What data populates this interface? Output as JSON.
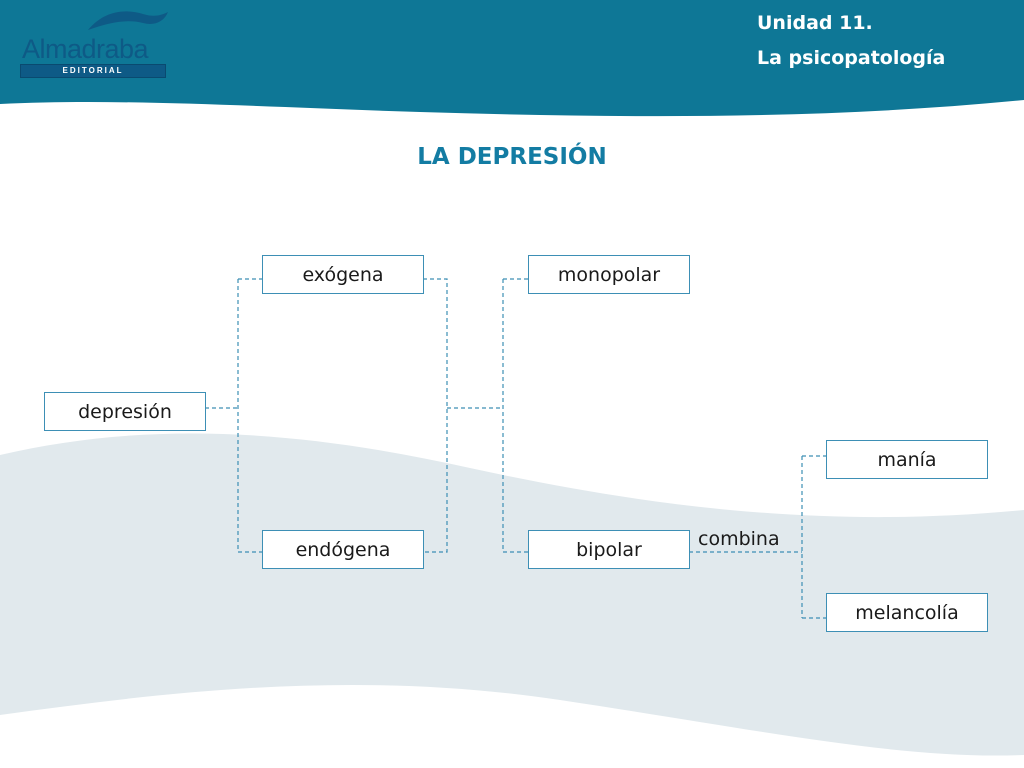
{
  "header": {
    "unit": "Unidad 11.",
    "subtitle": "La psicopatología"
  },
  "logo": {
    "name": "Almadraba",
    "tagline": "EDITORIAL"
  },
  "diagram": {
    "title": "LA DEPRESIÓN",
    "nodes": {
      "depresion": "depresión",
      "exogena": "exógena",
      "endogena": "endógena",
      "monopolar": "monopolar",
      "bipolar": "bipolar",
      "mania": "manía",
      "melancolia": "melancolía"
    },
    "edge_label": "combina"
  },
  "colors": {
    "header_band": "#0e7796",
    "title": "#137ca3",
    "connector": "#3d8fb5",
    "wave": "#e1e9ed"
  }
}
